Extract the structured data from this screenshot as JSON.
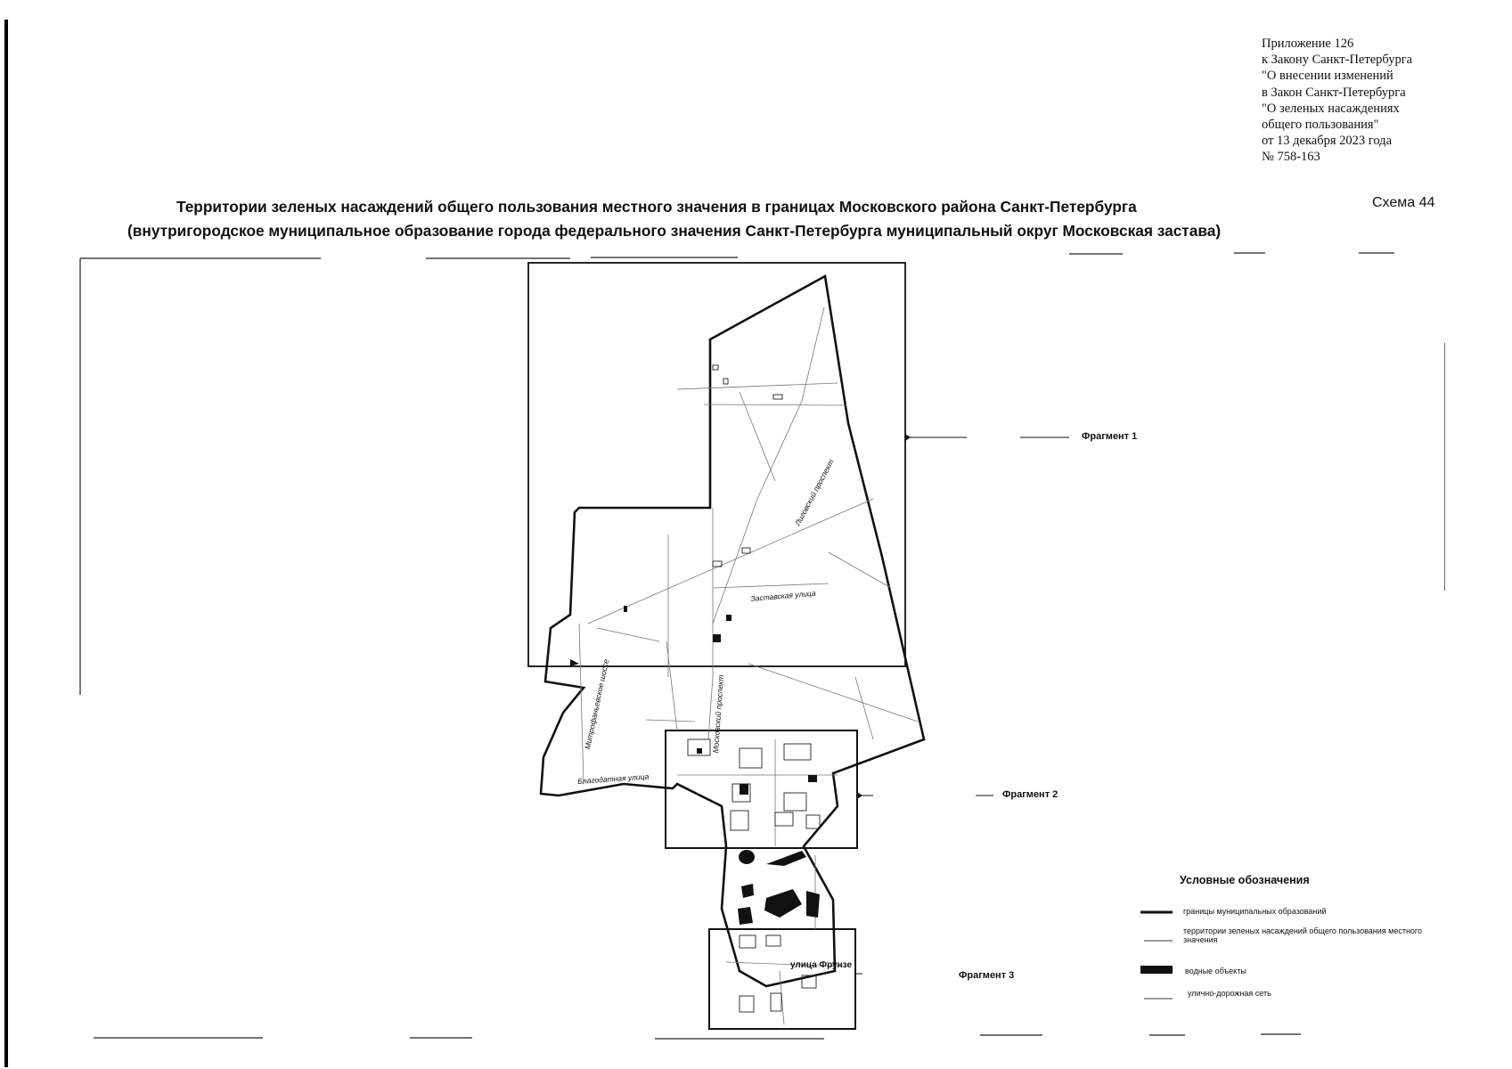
{
  "annex": {
    "lines": [
      "Приложение 126",
      "к Закону Санкт-Петербурга",
      "\"О внесении  изменений",
      "в Закон Санкт-Петербурга",
      "\"О зеленых насаждениях",
      "общего пользования\"",
      "от 13 декабря 2023 года",
      "№ 758-163"
    ]
  },
  "title": {
    "line1": "Территории зеленых насаждений общего пользования местного значения в границах Московского района Санкт-Петербурга",
    "line2": "(внутригородское муниципальное образование города федерального значения Санкт-Петербурга муниципальный округ Московская застава)",
    "schema": "Схема 44"
  },
  "fragments": {
    "f1": "Фрагмент 1",
    "f2": "Фрагмент 2",
    "f3": "Фрагмент 3"
  },
  "streets": {
    "ligovsky": "Лиговский проспект",
    "zastavskaya": "Заставская улица",
    "mitrofanievskoe": "Митрофаньевское шоссе",
    "moskovsky": "Московский проспект",
    "blagodatnaya": "Благодатная улица",
    "frunze": "улица Фрунзе"
  },
  "legend": {
    "title": "Условные обозначения",
    "items": [
      {
        "label": "границы муниципальных образований",
        "swatch": "thick-line"
      },
      {
        "label": "территории зеленых насаждений общего пользования местного значения",
        "swatch": "thin-line"
      },
      {
        "label": "водные объекты",
        "swatch": "black-fill"
      },
      {
        "label": "улично-дорожная сеть",
        "swatch": "thin-line"
      }
    ]
  },
  "colors": {
    "ink": "#111111",
    "paper": "#ffffff",
    "road": "#888888"
  }
}
